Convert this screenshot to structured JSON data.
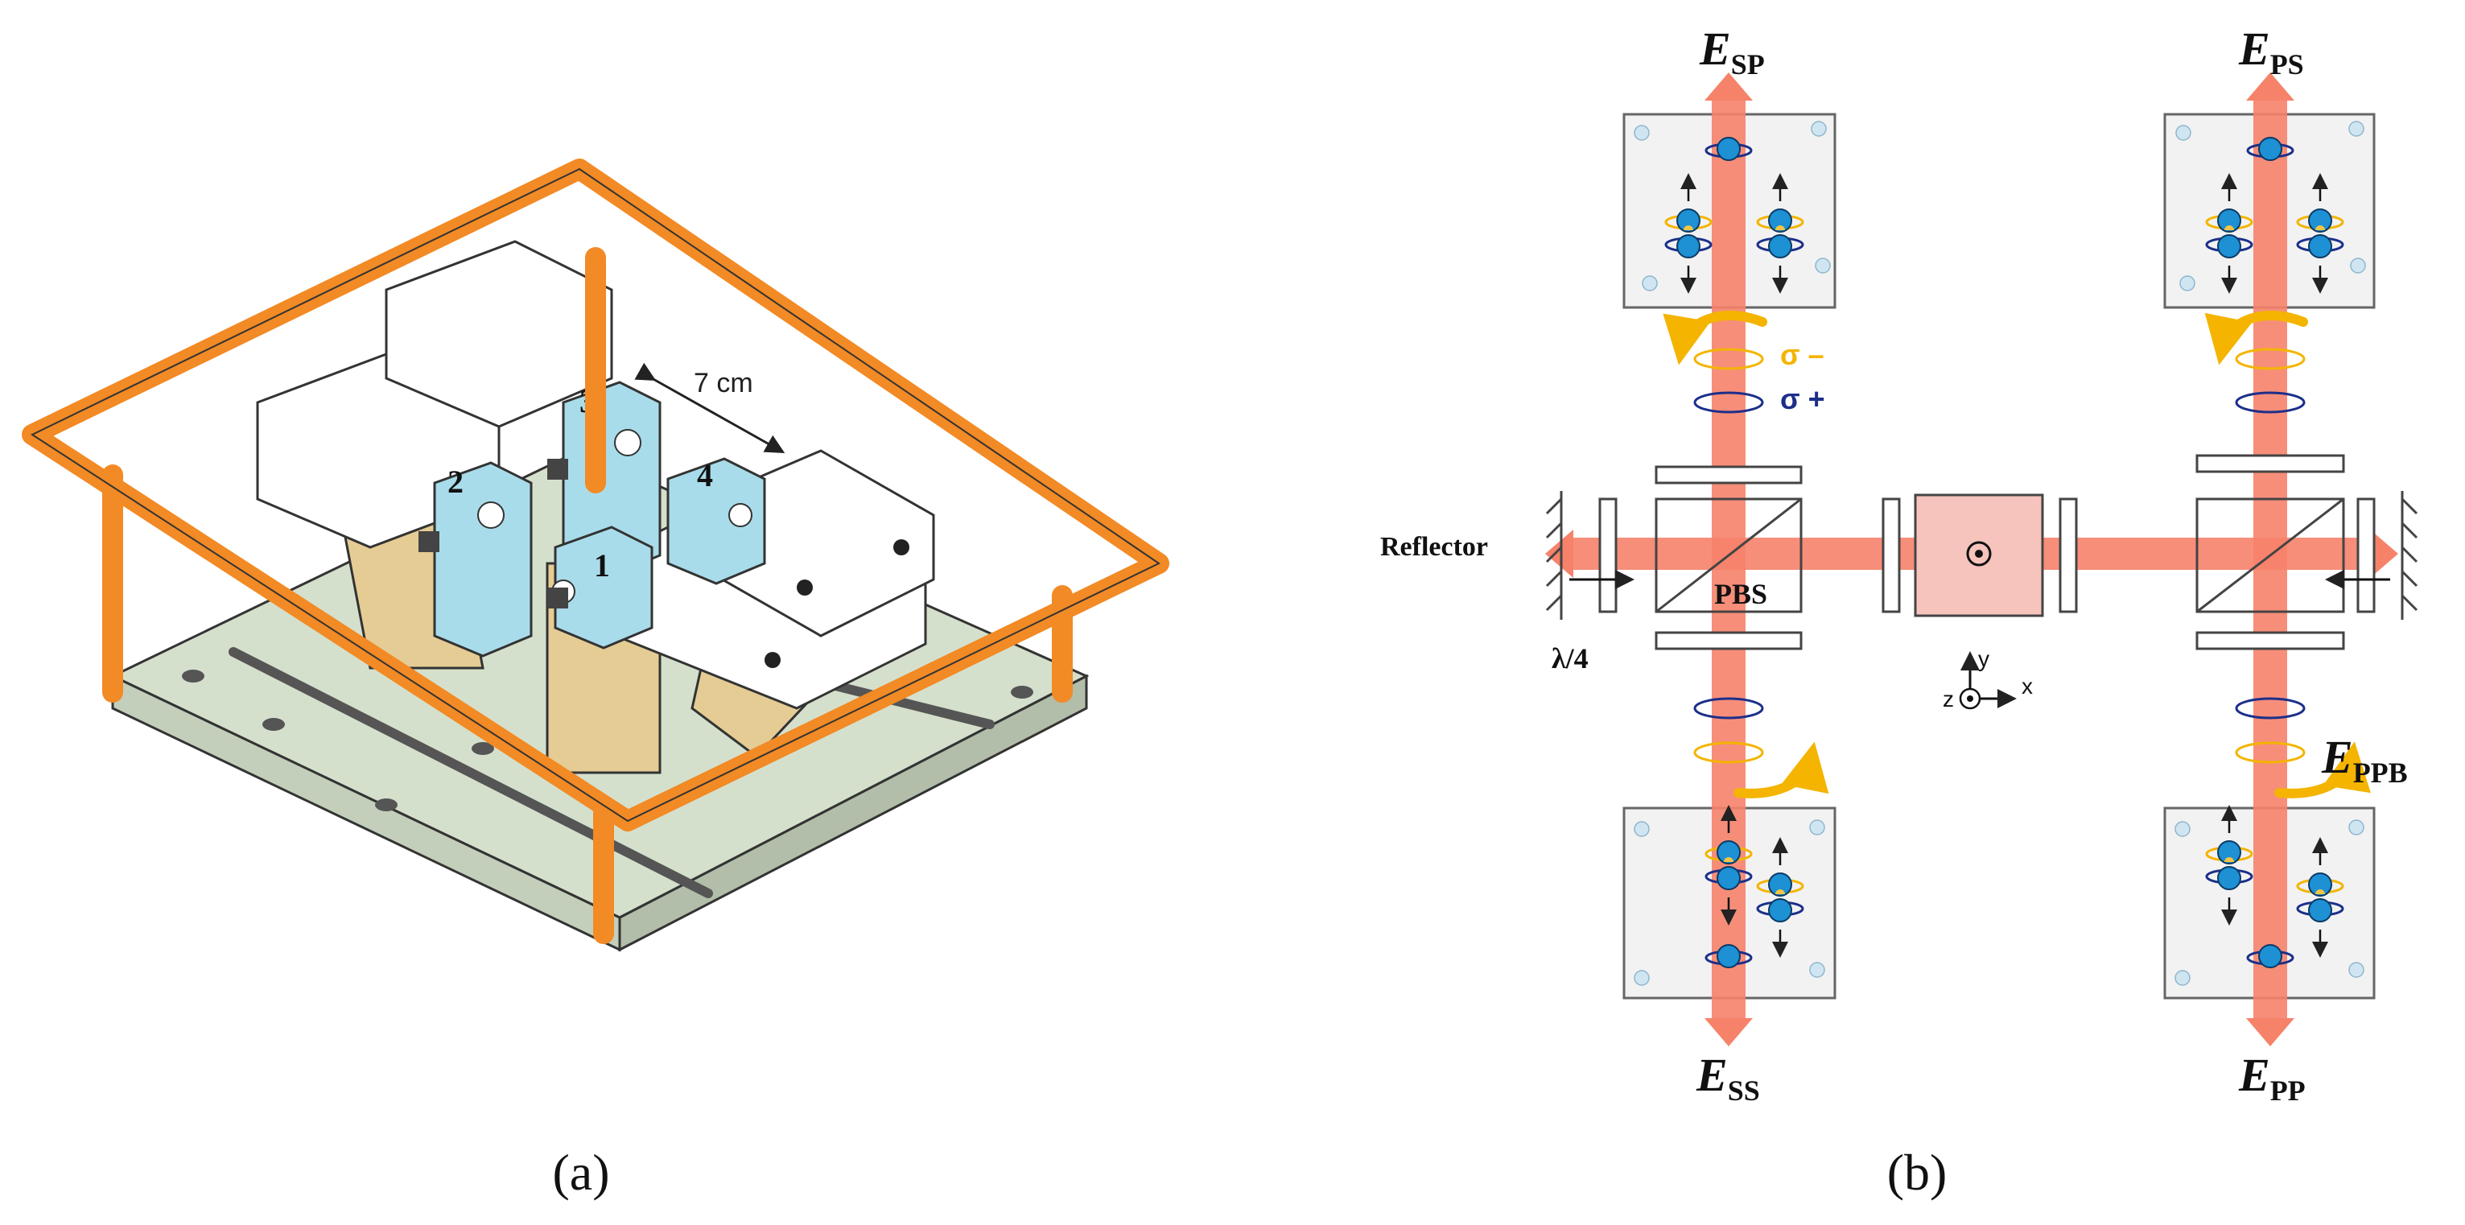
{
  "panel_a": {
    "caption": "(a)",
    "dimension_label": "7 cm",
    "module_labels": [
      "1",
      "2",
      "3",
      "4"
    ]
  },
  "panel_b": {
    "caption": "(b)",
    "outputs": {
      "sp": {
        "main": "E",
        "sub": "SP"
      },
      "ps": {
        "main": "E",
        "sub": "PS"
      },
      "ss": {
        "main": "E",
        "sub": "SS"
      },
      "pp": {
        "main": "E",
        "sub": "PP"
      },
      "ppb": {
        "main": "E",
        "sub": "PPB"
      }
    },
    "sigma_minus": "σ –",
    "sigma_plus": "σ +",
    "reflector": "Reflector",
    "pbs": "PBS",
    "quarter_wave": "λ/4",
    "axes": {
      "x": "x",
      "y": "y",
      "z": "z"
    }
  },
  "colors": {
    "frame_orange": "#f28a25",
    "base_green": "#d5e0cc",
    "module_blue": "#a9dcea",
    "mount_tan": "#e4cc94",
    "beam": "#f6826a",
    "cell_pink": "#f6c4bd",
    "sigma_minus": "#f4b400",
    "sigma_plus": "#1c2f8a",
    "atom_blue": "#1e90d4"
  }
}
